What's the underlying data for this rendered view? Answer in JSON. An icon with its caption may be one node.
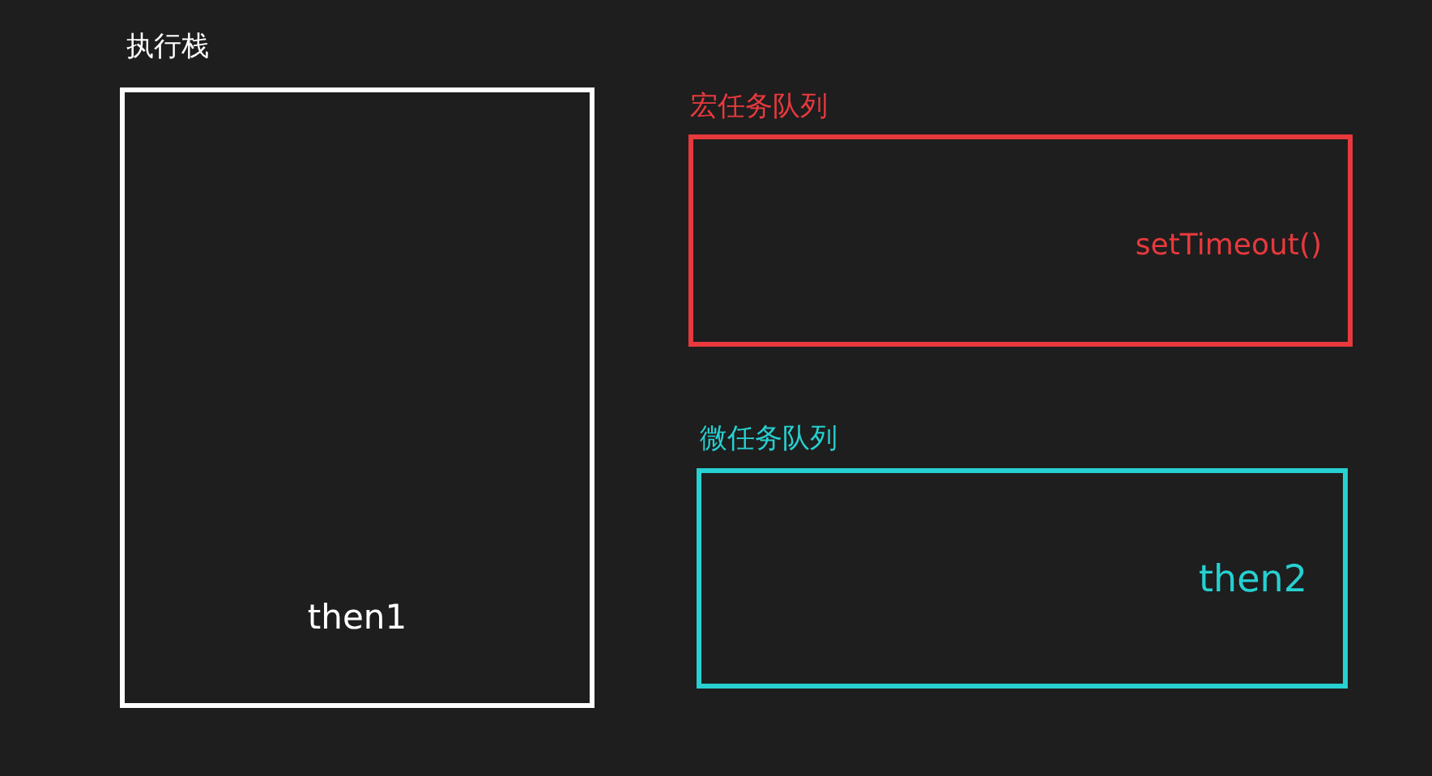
{
  "diagram": {
    "nodes": [
      {
        "text": [
          "执行栈",
          "then1"
        ]
      },
      {
        "text": [
          "宏任务队列",
          "setTimeout()"
        ]
      },
      {
        "text": [
          "微任务队列",
          "then2"
        ]
      }
    ]
  }
}
